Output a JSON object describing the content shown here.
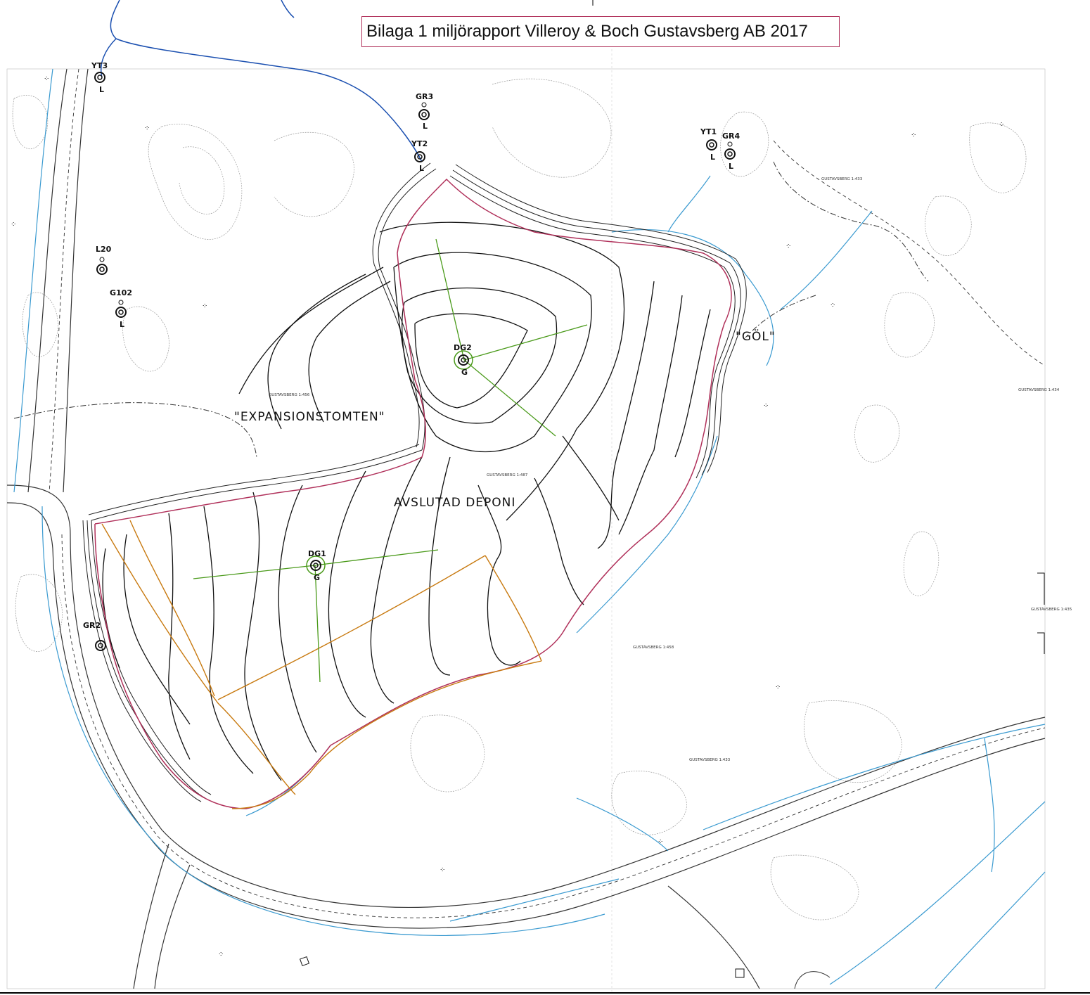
{
  "title": "Bilaga 1 miljörapport Villeroy & Boch Gustavsberg AB 2017",
  "areas": {
    "expansion": "\"EXPANSIONSTOMTEN\"",
    "deponi": "AVSLUTAD DEPONI",
    "gol": "\"GÖL\""
  },
  "wells": [
    {
      "id": "YT3",
      "sub": "L"
    },
    {
      "id": "GR3",
      "sub": "L"
    },
    {
      "id": "YT2",
      "sub": "L"
    },
    {
      "id": "YT1",
      "sub": "L"
    },
    {
      "id": "GR4",
      "sub": "L"
    },
    {
      "id": "L20",
      "sub": ""
    },
    {
      "id": "G102",
      "sub": "L"
    },
    {
      "id": "DG2",
      "sub": "G"
    },
    {
      "id": "DG1",
      "sub": "G"
    },
    {
      "id": "GR2",
      "sub": ""
    }
  ],
  "properties": [
    "GUSTAVSBERG 1:456",
    "GUSTAVSBERG 1:433",
    "GUSTAVSBERG 1:434",
    "GUSTAVSBERG 1:487",
    "GUSTAVSBERG 1:435",
    "GUSTAVSBERG 1:458",
    "GUSTAVSBERG 1:433"
  ],
  "colors": {
    "title_border": "#b0305a",
    "landfill_boundary": "#b0305a",
    "gas_lines": "#4a9a1a",
    "orange_lines": "#c87a10",
    "water": "#3a9ad0",
    "stream": "#1a4fb0",
    "contours": "#888888"
  }
}
